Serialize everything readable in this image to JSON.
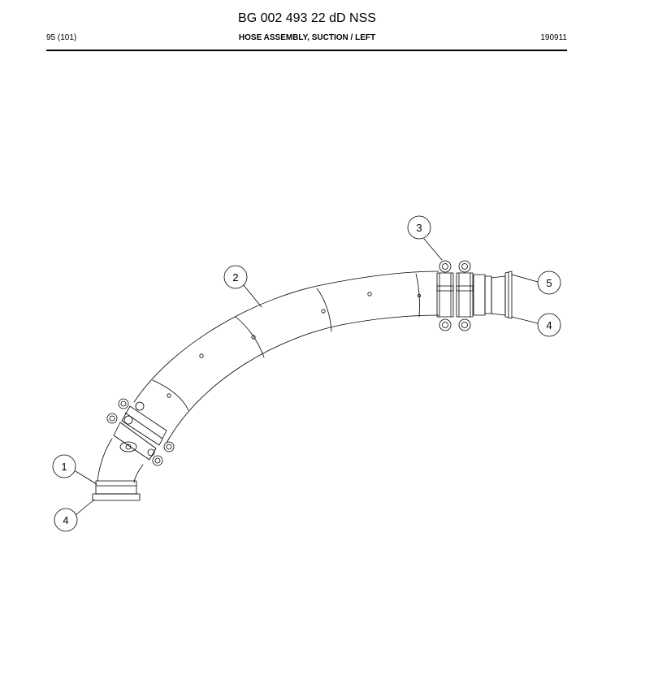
{
  "header": {
    "doc_number": "BG 002 493 22 dD NSS",
    "page_counter": "95 (101)",
    "title": "HOSE ASSEMBLY, SUCTION / LEFT",
    "date_code": "190911"
  },
  "callouts": [
    {
      "id": "callout-1",
      "label": "1"
    },
    {
      "id": "callout-2",
      "label": "2"
    },
    {
      "id": "callout-3",
      "label": "3"
    },
    {
      "id": "callout-4a",
      "label": "4"
    },
    {
      "id": "callout-4b",
      "label": "4"
    },
    {
      "id": "callout-5",
      "label": "5"
    }
  ],
  "colors": {
    "line": "#000000",
    "paper": "#ffffff"
  }
}
